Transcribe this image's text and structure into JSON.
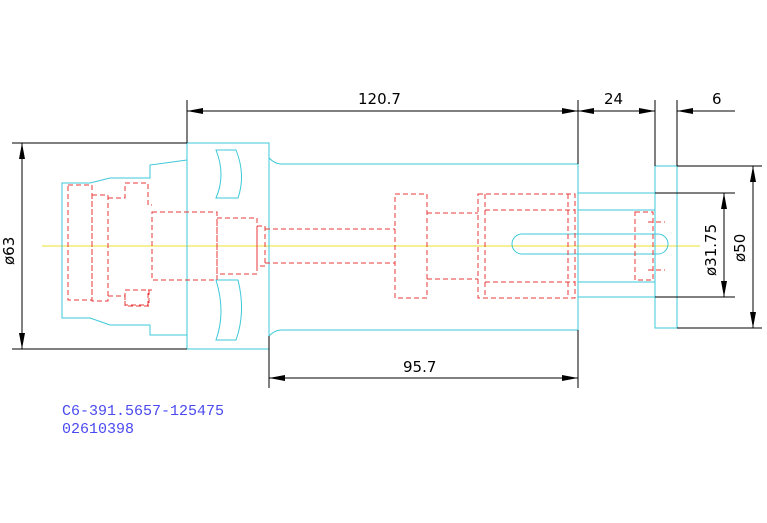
{
  "dimensions": {
    "overall_length": "120.7",
    "flange_width": "24",
    "collar_width": "6",
    "body_length": "95.7",
    "shank_diameter": "ø63",
    "pilot_diameter": "ø31.75",
    "collar_diameter": "ø50"
  },
  "part": {
    "number": "C6-391.5657-125475",
    "code": "02610398"
  },
  "colors": {
    "outline": "#3cc8d8",
    "hidden": "#e83838",
    "centerline": "#e8e030",
    "part_text": "#4a4af0"
  }
}
